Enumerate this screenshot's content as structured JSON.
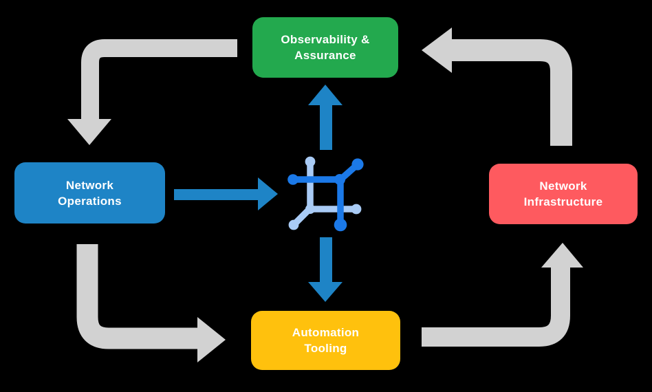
{
  "colors": {
    "background": "#000000",
    "arrow_gray": "#d2d2d2",
    "arrow_blue": "#1e84c6",
    "icon_dark_blue": "#1b79e8",
    "icon_light_blue": "#a9cbf5",
    "box_green": "#23a94e",
    "box_blue": "#1e84c6",
    "box_red": "#fe5a5f",
    "box_yellow": "#ffc10d",
    "text": "#ffffff"
  },
  "boxes": {
    "observability": {
      "line1": "Observability &",
      "line2": "Assurance"
    },
    "operations": {
      "line1": "Network",
      "line2": "Operations"
    },
    "infrastructure": {
      "line1": "Network",
      "line2": "Infrastructure"
    },
    "automation": {
      "line1": "Automation",
      "line2": "Tooling"
    }
  },
  "icon": {
    "name": "network-nodes-icon"
  }
}
